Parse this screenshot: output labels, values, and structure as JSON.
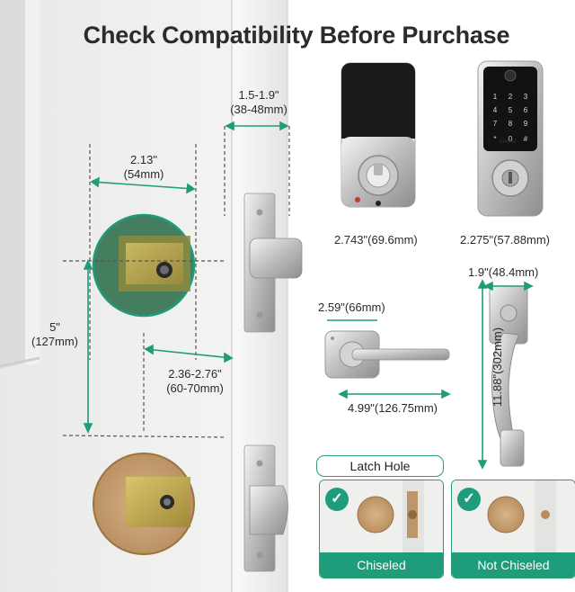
{
  "title": "Check Compatibility Before Purchase",
  "dimensions": {
    "door_thickness": {
      "value": "1.5-1.9\"",
      "metric": "(38-48mm)"
    },
    "bore_hole": {
      "value": "2.13\"",
      "metric": "(54mm)"
    },
    "hole_spacing": {
      "value": "5\"",
      "metric": "(127mm)"
    },
    "backset": {
      "value": "2.36-2.76\"",
      "metric": "(60-70mm)"
    }
  },
  "products": {
    "deadbolt_width": "2.743\"(69.6mm)",
    "keypad_width": "2.275\"(57.88mm)",
    "lever_rose": "2.59\"(66mm)",
    "lever_length": "4.99\"(126.75mm)",
    "handle_width": "1.9\"(48.4mm)",
    "handle_height": "11.88\"(302mm)",
    "keypad_brand": "smonet"
  },
  "latch_hole": {
    "label": "Latch Hole",
    "options": [
      "Chiseled",
      "Not Chiseled"
    ],
    "check_icon": "checkmark-icon"
  },
  "colors": {
    "accent": "#1f9c79",
    "outline": "#2a9a7a"
  }
}
